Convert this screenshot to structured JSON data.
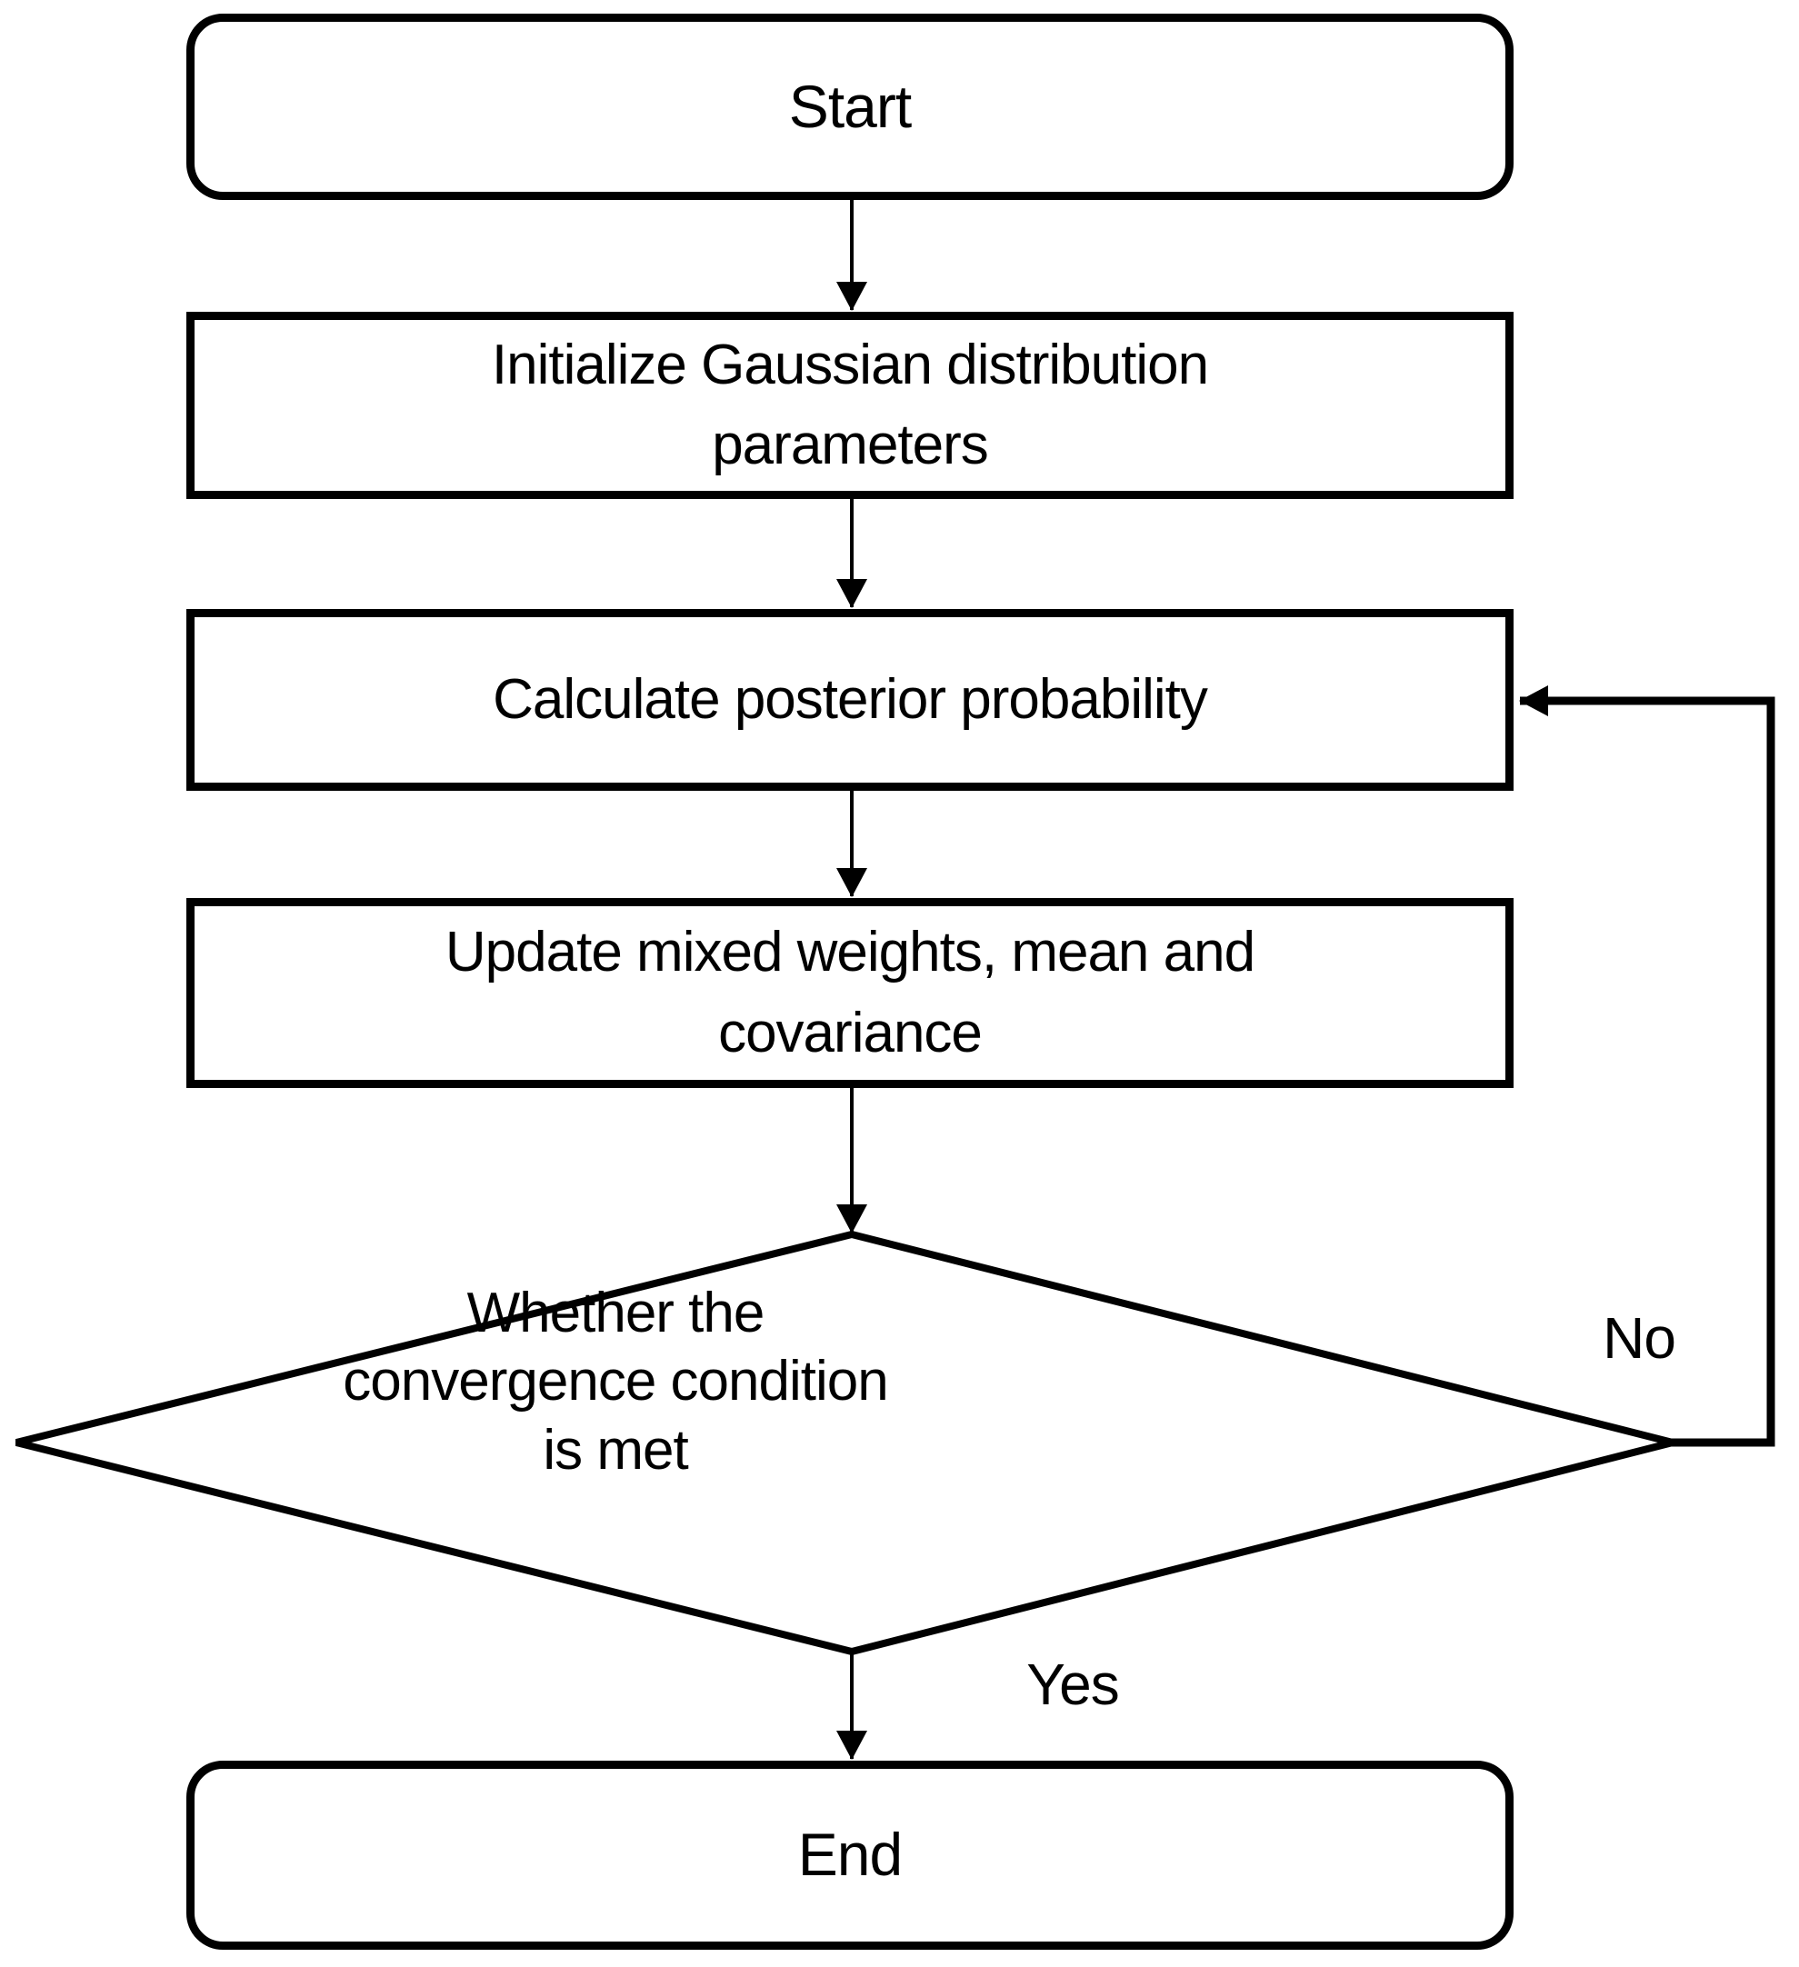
{
  "flowchart": {
    "nodes": {
      "start": {
        "label": "Start",
        "type": "terminator"
      },
      "init": {
        "label": "Initialize Gaussian distribution\nparameters",
        "type": "process"
      },
      "calc": {
        "label": "Calculate posterior probability",
        "type": "process"
      },
      "update": {
        "label": "Update mixed weights, mean and\ncovariance",
        "type": "process"
      },
      "decision": {
        "label": "Whether the\nconvergence condition\nis met",
        "type": "decision"
      },
      "end": {
        "label": "End",
        "type": "terminator"
      }
    },
    "edges": [
      {
        "from": "start",
        "to": "init",
        "label": ""
      },
      {
        "from": "init",
        "to": "calc",
        "label": ""
      },
      {
        "from": "calc",
        "to": "update",
        "label": ""
      },
      {
        "from": "update",
        "to": "decision",
        "label": ""
      },
      {
        "from": "decision",
        "to": "end",
        "label": "Yes"
      },
      {
        "from": "decision",
        "to": "calc",
        "label": "No"
      }
    ],
    "colors": {
      "stroke": "#000000",
      "fill": "#ffffff",
      "text": "#000000"
    }
  }
}
